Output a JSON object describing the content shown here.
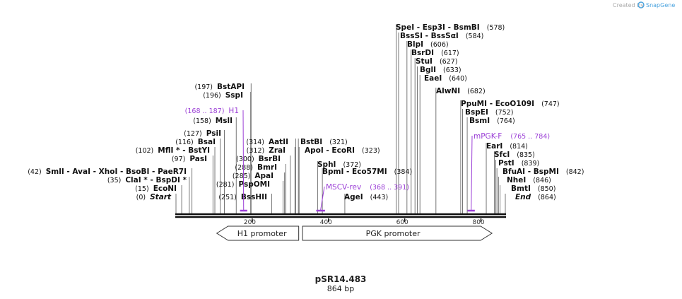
{
  "credit": {
    "text": "Created by",
    "brand": "SnapGene"
  },
  "map": {
    "name": "pSR14.483",
    "length_label": "864 bp",
    "length": 864
  },
  "ruler": {
    "ticks": [
      {
        "value": 200,
        "label": "200"
      },
      {
        "value": 400,
        "label": "400"
      },
      {
        "value": 600,
        "label": "600"
      },
      {
        "value": 800,
        "label": "800"
      }
    ]
  },
  "sites": [
    {
      "id": "start",
      "label": "Start",
      "position": 0,
      "pos_text": "(0)",
      "italic": true
    },
    {
      "id": "econi",
      "label": "EcoNI",
      "position": 15,
      "pos_text": "(15)"
    },
    {
      "id": "clai",
      "label": "ClaI * - BspDI *",
      "position": 35,
      "pos_text": "(35)"
    },
    {
      "id": "smli",
      "label": "SmlI   - AvaI   - XhoI   - BsoBI   - PaeR7I",
      "position": 42,
      "pos_text": "(42)"
    },
    {
      "id": "pasi",
      "label": "PasI",
      "position": 97,
      "pos_text": "(97)"
    },
    {
      "id": "mfli",
      "label": "MflI * - BstYI",
      "position": 102,
      "pos_text": "(102)"
    },
    {
      "id": "bsai",
      "label": "BsaI",
      "position": 116,
      "pos_text": "(116)"
    },
    {
      "id": "psii",
      "label": "PsiI",
      "position": 127,
      "pos_text": "(127)"
    },
    {
      "id": "msli",
      "label": "MslI",
      "position": 158,
      "pos_text": "(158)"
    },
    {
      "id": "sspi",
      "label": "SspI",
      "position": 196,
      "pos_text": "(196)"
    },
    {
      "id": "bstapi",
      "label": "BstAPI",
      "position": 197,
      "pos_text": "(197)"
    },
    {
      "id": "psshii",
      "label": "BssHII",
      "position": 251,
      "pos_text": "(251)"
    },
    {
      "id": "pspomi",
      "label": "PspOMI",
      "position": 281,
      "pos_text": "(281)"
    },
    {
      "id": "apai",
      "label": "ApaI",
      "position": 285,
      "pos_text": "(285)"
    },
    {
      "id": "bmri",
      "label": "BmrI",
      "position": 288,
      "pos_text": "(288)"
    },
    {
      "id": "bsrbi",
      "label": "BsrBI",
      "position": 300,
      "pos_text": "(300)"
    },
    {
      "id": "zrai",
      "label": "ZraI",
      "position": 312,
      "pos_text": "(312)"
    },
    {
      "id": "aatii",
      "label": "AatII",
      "position": 314,
      "pos_text": "(314)"
    },
    {
      "id": "bstbi",
      "label": "BstBI",
      "position": 321,
      "pos_text": "(321)"
    },
    {
      "id": "apoi",
      "label": "ApoI   - EcoRI",
      "position": 323,
      "pos_text": "(323)"
    },
    {
      "id": "sphi",
      "label": "SphI",
      "position": 372,
      "pos_text": "(372)"
    },
    {
      "id": "bpmi",
      "label": "BpmI   - Eco57MI",
      "position": 384,
      "pos_text": "(384)"
    },
    {
      "id": "agei",
      "label": "AgeI",
      "position": 443,
      "pos_text": "(443)"
    },
    {
      "id": "alwni",
      "label": "AlwNI",
      "position": 682,
      "pos_text": "(682)"
    },
    {
      "id": "eaei",
      "label": "EaeI",
      "position": 640,
      "pos_text": "(640)"
    },
    {
      "id": "bgli",
      "label": "BglI",
      "position": 633,
      "pos_text": "(633)"
    },
    {
      "id": "stui",
      "label": "StuI",
      "position": 627,
      "pos_text": "(627)"
    },
    {
      "id": "bsrdi",
      "label": "BsrDI",
      "position": 617,
      "pos_text": "(617)"
    },
    {
      "id": "blpi",
      "label": "BlpI",
      "position": 606,
      "pos_text": "(606)"
    },
    {
      "id": "bsssi",
      "label": "BssSI   - BssSαI",
      "position": 584,
      "pos_text": "(584)"
    },
    {
      "id": "spei",
      "label": "SpeI   - Esp3I   - BsmBI",
      "position": 578,
      "pos_text": "(578)"
    },
    {
      "id": "ppumi",
      "label": "PpuMI   - EcoO109I",
      "position": 747,
      "pos_text": "(747)"
    },
    {
      "id": "bspei",
      "label": "BspEI",
      "position": 752,
      "pos_text": "(752)"
    },
    {
      "id": "bsmi",
      "label": "BsmI",
      "position": 764,
      "pos_text": "(764)"
    },
    {
      "id": "eari",
      "label": "EarI",
      "position": 814,
      "pos_text": "(814)"
    },
    {
      "id": "sfci",
      "label": "SfcI",
      "position": 835,
      "pos_text": "(835)"
    },
    {
      "id": "psti",
      "label": "PstI",
      "position": 839,
      "pos_text": "(839)"
    },
    {
      "id": "bfuai",
      "label": "BfuAI   - BspMI",
      "position": 842,
      "pos_text": "(842)"
    },
    {
      "id": "nhei",
      "label": "NheI",
      "position": 846,
      "pos_text": "(846)"
    },
    {
      "id": "bmti",
      "label": "BmtI",
      "position": 850,
      "pos_text": "(850)"
    },
    {
      "id": "end",
      "label": "End",
      "position": 864,
      "pos_text": "(864)",
      "italic": true
    }
  ],
  "primers": [
    {
      "id": "h1",
      "label": "H1",
      "range_text": "(168 .. 187)",
      "start": 168,
      "end": 187
    },
    {
      "id": "mscv-rev",
      "label": "MSCV-rev",
      "range_text": "(368 .. 391)",
      "start": 368,
      "end": 391
    },
    {
      "id": "mpgk-f",
      "label": "mPGK-F",
      "range_text": "(765 .. 784)",
      "start": 765,
      "end": 784
    }
  ],
  "features": [
    {
      "id": "h1-promoter",
      "label": "H1 promoter",
      "start": 107,
      "end": 322,
      "direction": "reverse"
    },
    {
      "id": "pgk-promoter",
      "label": "PGK promoter",
      "start": 332,
      "end": 829,
      "direction": "forward"
    }
  ],
  "colors": {
    "primer": "#9b3fd6",
    "backbone": "#111111",
    "credit_logo": "#4aa3df"
  }
}
